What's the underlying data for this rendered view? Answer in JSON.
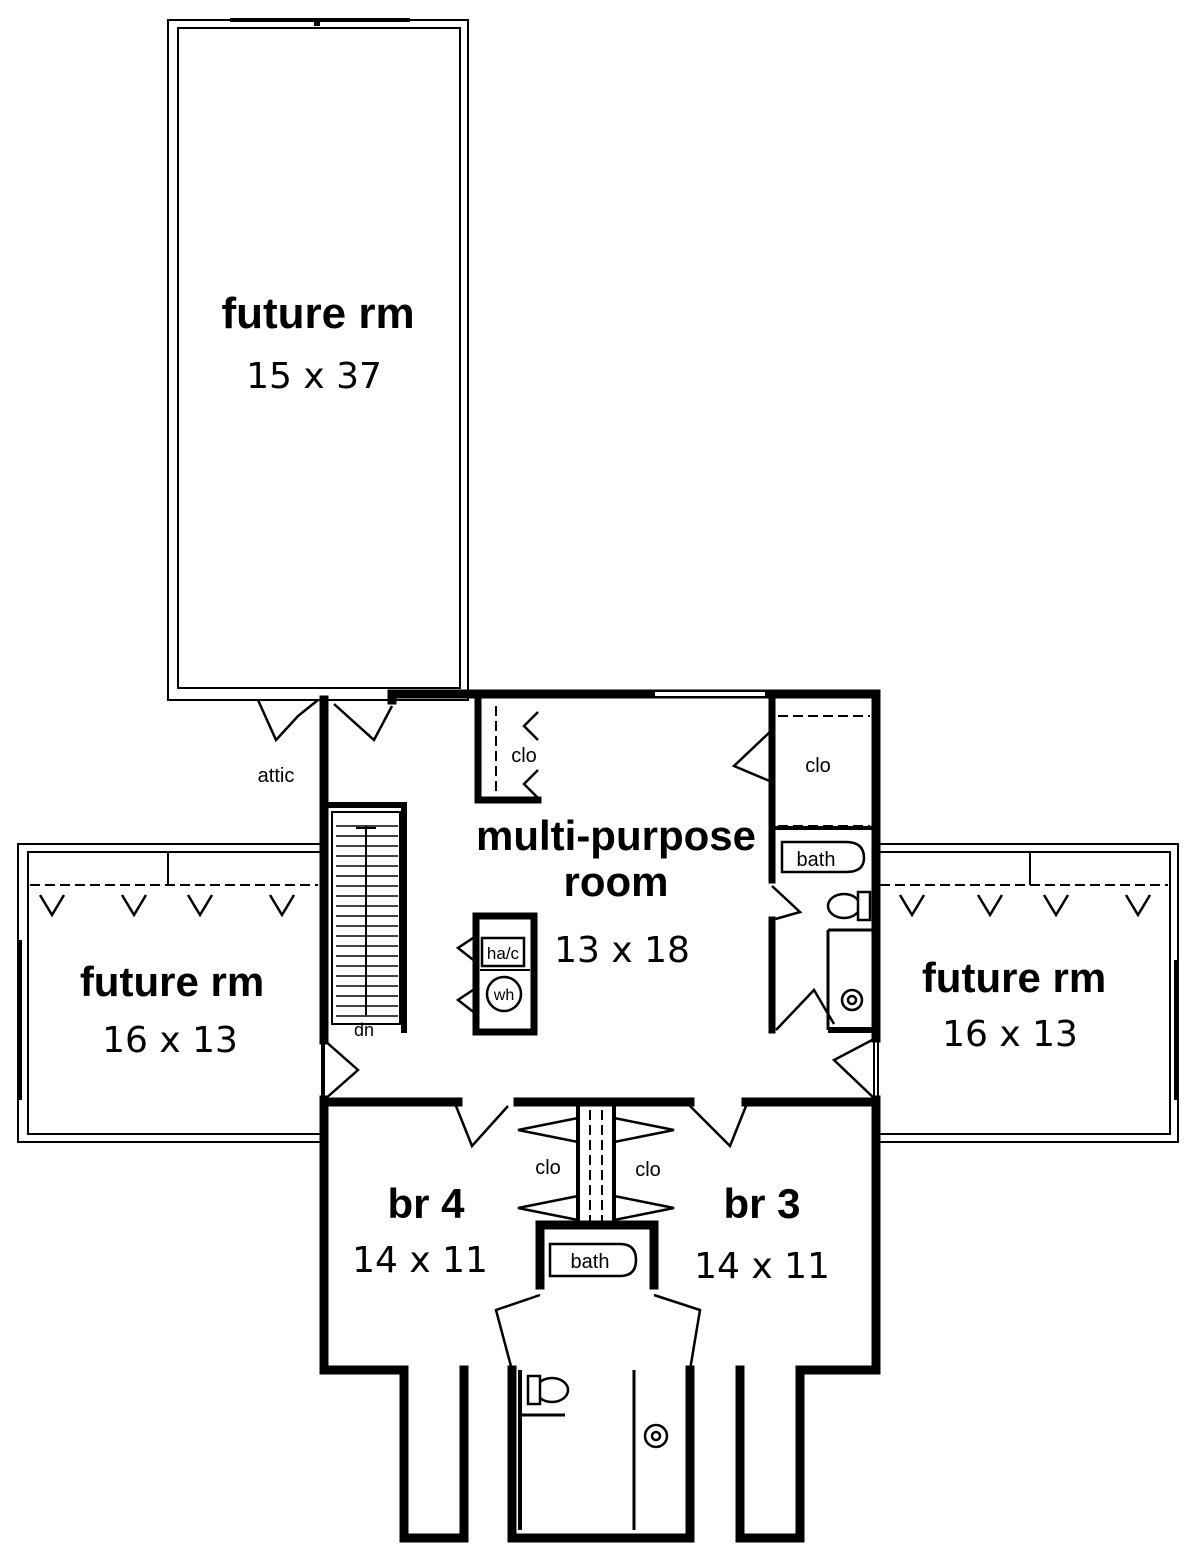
{
  "rooms": {
    "future_top": {
      "name": "future rm",
      "size": "15 x 37"
    },
    "future_left": {
      "name": "future rm",
      "size": "16 x 13"
    },
    "future_right": {
      "name": "future rm",
      "size": "16 x 13"
    },
    "multi": {
      "name_line1": "multi-purpose",
      "name_line2": "room",
      "size": "13 x 18"
    },
    "br4": {
      "name": "br 4",
      "size": "14 x 11"
    },
    "br3": {
      "name": "br 3",
      "size": "14 x 11"
    }
  },
  "labels": {
    "attic": "attic",
    "clo": "clo",
    "bath": "bath",
    "dn": "dn",
    "hac": "ha/c",
    "wh": "wh"
  }
}
